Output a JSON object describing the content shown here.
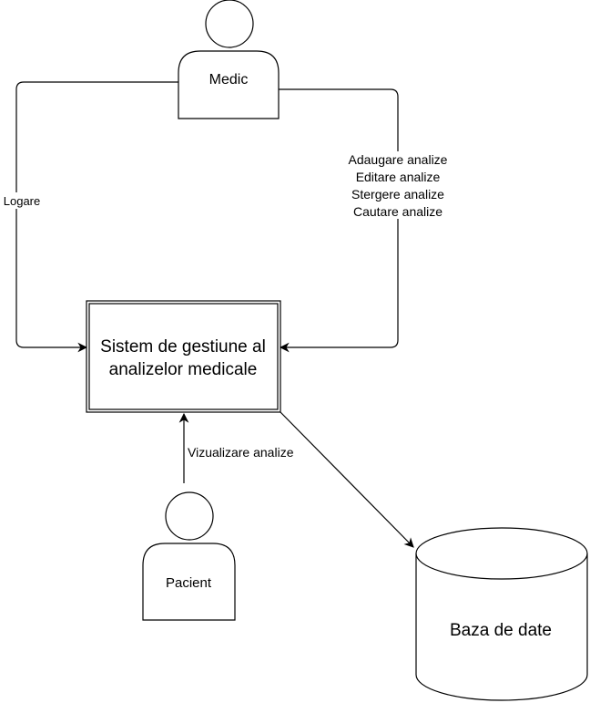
{
  "diagram": {
    "actors": {
      "medic": {
        "label": "Medic"
      },
      "pacient": {
        "label": "Pacient"
      }
    },
    "system": {
      "lines": [
        "Sistem de gestiune al",
        "analizelor medicale"
      ]
    },
    "database": {
      "label": "Baza de date"
    },
    "edges": {
      "logare": {
        "label": "Logare"
      },
      "operations": {
        "lines": [
          "Adaugare analize",
          "Editare analize",
          "Stergere analize",
          "Cautare analize"
        ]
      },
      "vizualizare": {
        "label": "Vizualizare analize"
      }
    },
    "colors": {
      "stroke": "#000000",
      "fill": "#ffffff"
    }
  }
}
